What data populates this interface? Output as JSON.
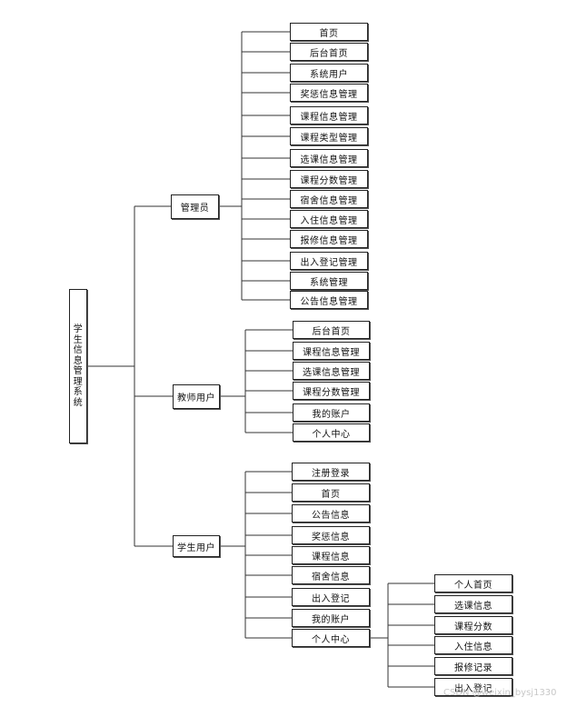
{
  "diagram": {
    "root": "学生信息管理系统",
    "groups": [
      {
        "label": "管理员",
        "items": [
          "首页",
          "后台首页",
          "系统用户",
          "奖惩信息管理",
          "课程信息管理",
          "课程类型管理",
          "选课信息管理",
          "课程分数管理",
          "宿舍信息管理",
          "入住信息管理",
          "报修信息管理",
          "出入登记管理",
          "系统管理",
          "公告信息管理"
        ]
      },
      {
        "label": "教师用户",
        "items": [
          "后台首页",
          "课程信息管理",
          "选课信息管理",
          "课程分数管理",
          "我的账户",
          "个人中心"
        ]
      },
      {
        "label": "学生用户",
        "items": [
          "注册登录",
          "首页",
          "公告信息",
          "奖惩信息",
          "课程信息",
          "宿舍信息",
          "出入登记",
          "我的账户",
          "个人中心"
        ]
      }
    ],
    "sub": {
      "parent": "个人中心",
      "items": [
        "个人首页",
        "选课信息",
        "课程分数",
        "入住信息",
        "报修记录",
        "出入登记"
      ]
    }
  },
  "watermark": "CSDN @weixin_bysj1330"
}
